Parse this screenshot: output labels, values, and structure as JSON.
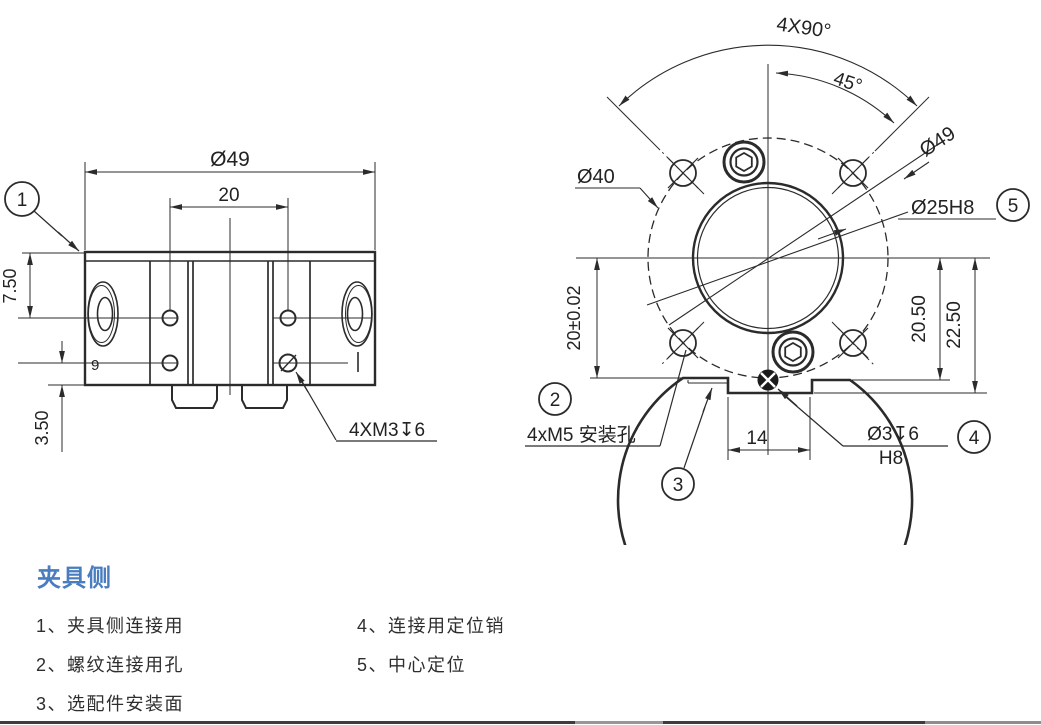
{
  "drawing": {
    "left_view": {
      "balloon_1": "1",
      "dim_outer_diameter": "Ø49",
      "dim_hole_spacing": "20",
      "dim_top_offset": "7.50",
      "dim_bottom_offset": "3.50",
      "thread_callout": "4XM3↧6",
      "side_mark": "9"
    },
    "right_view": {
      "dim_pattern_angle": "4X90°",
      "dim_angle": "45°",
      "dim_bolt_circle": "Ø40",
      "dim_outer_diameter": "Ø49",
      "dim_center_bore": "Ø25H8",
      "dim_center_to_flat": "20±0.02",
      "dim_flat_right": "20.50",
      "dim_notch_depth": "22.50",
      "dim_notch_width": "14",
      "pin_callout": "Ø3↧6",
      "pin_fit": "H8",
      "mount_hole_callout": "4xM5 安装孔",
      "balloon_2": "2",
      "balloon_3": "3",
      "balloon_4": "4",
      "balloon_5": "5"
    }
  },
  "section": {
    "title": "夹具侧",
    "items": [
      "1、夹具侧连接用",
      "2、螺纹连接用孔",
      "3、选配件安装面",
      "4、连接用定位销",
      "5、中心定位"
    ]
  },
  "colors": {
    "line": "#2b2b2b",
    "accent_heading": "#4a7dbf",
    "text": "#2e2e2e"
  }
}
